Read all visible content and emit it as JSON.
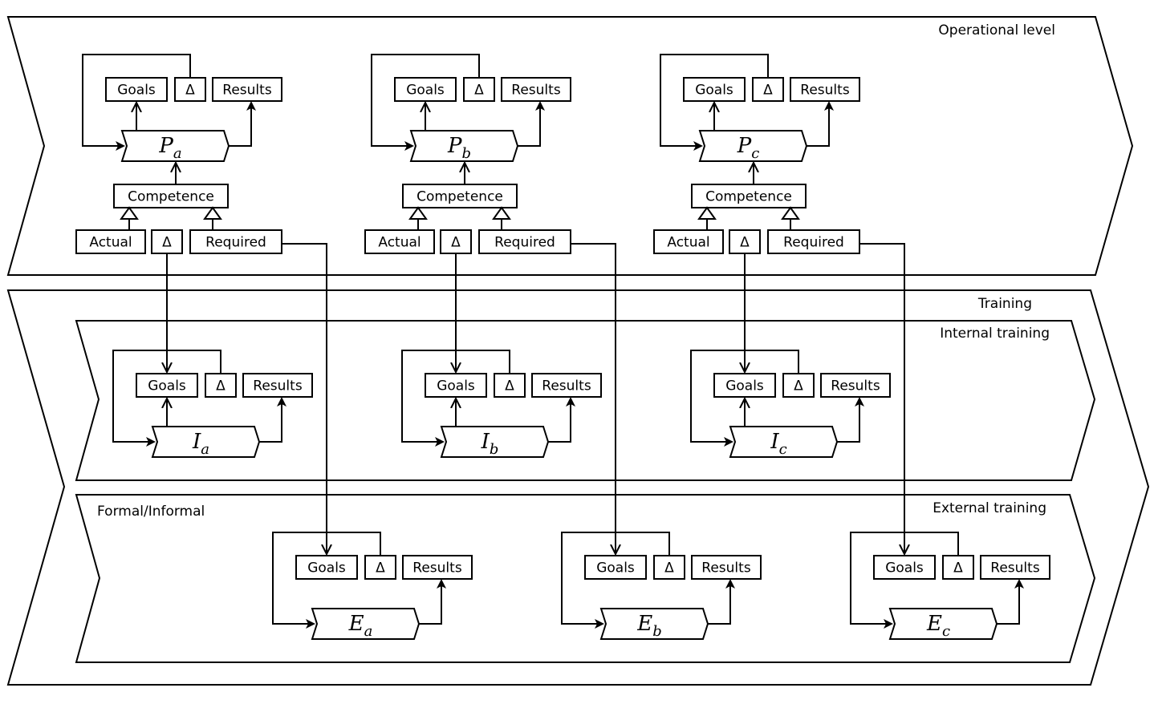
{
  "zones": {
    "operational": {
      "label": "Operational level"
    },
    "training": {
      "label": "Training"
    },
    "internal": {
      "label": "Internal training"
    },
    "external": {
      "label": "External training",
      "sublabel": "Formal/Informal"
    }
  },
  "box_labels": {
    "goals": "Goals",
    "delta": "Δ",
    "results": "Results",
    "competence": "Competence",
    "actual": "Actual",
    "required": "Required"
  },
  "groups": [
    {
      "id": "a",
      "operational_process": {
        "letter": "P",
        "sub": "a"
      },
      "internal_process": {
        "letter": "I",
        "sub": "a"
      },
      "external_process": {
        "letter": "E",
        "sub": "a"
      }
    },
    {
      "id": "b",
      "operational_process": {
        "letter": "P",
        "sub": "b"
      },
      "internal_process": {
        "letter": "I",
        "sub": "b"
      },
      "external_process": {
        "letter": "E",
        "sub": "b"
      }
    },
    {
      "id": "c",
      "operational_process": {
        "letter": "P",
        "sub": "c"
      },
      "internal_process": {
        "letter": "I",
        "sub": "c"
      },
      "external_process": {
        "letter": "E",
        "sub": "c"
      }
    }
  ]
}
